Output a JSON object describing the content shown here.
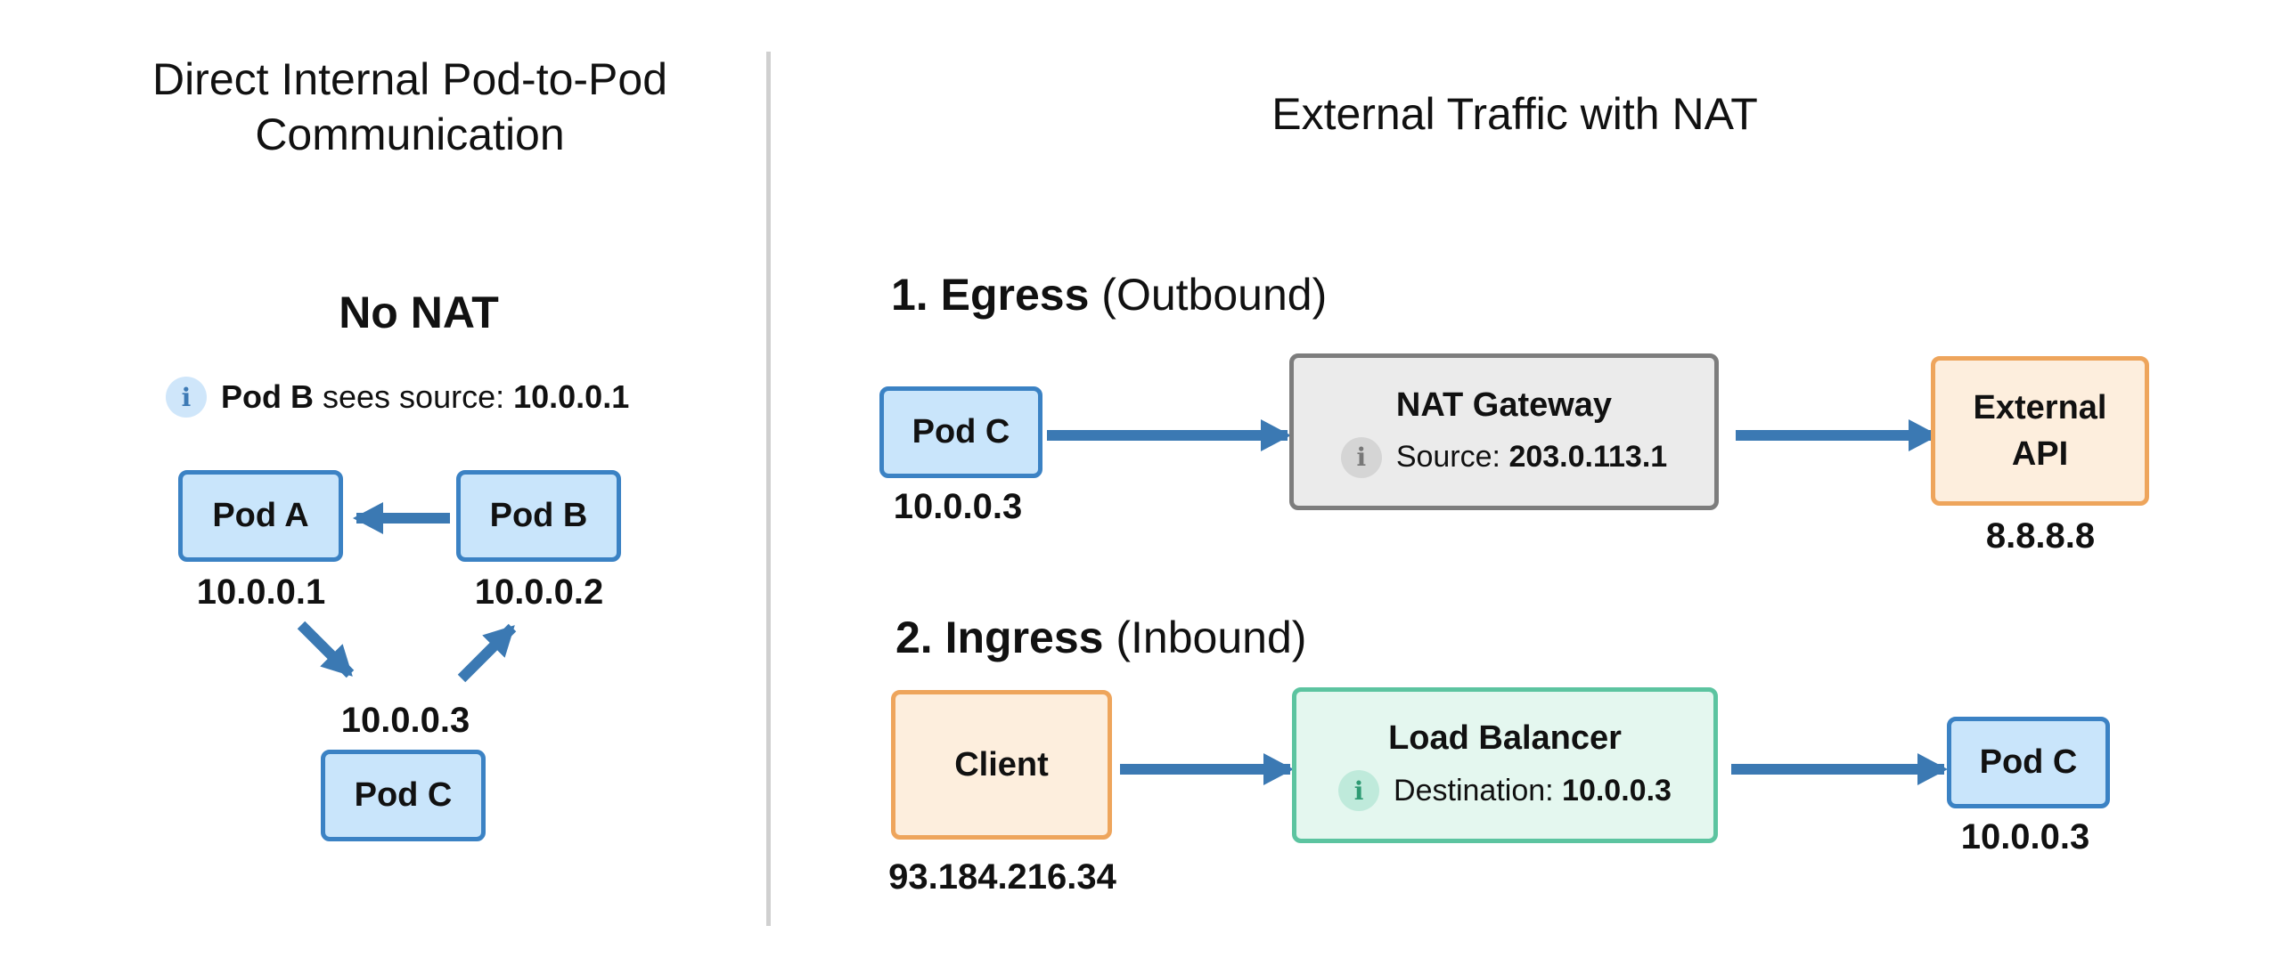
{
  "left": {
    "title": "Direct Internal Pod-to-Pod Communication",
    "section_title": "No NAT",
    "note": {
      "icon": "info-icon",
      "bold": "Pod B",
      "text": " sees source: ",
      "value": "10.0.0.1"
    },
    "pod_a": {
      "label": "Pod A",
      "ip": "10.0.0.1"
    },
    "pod_b": {
      "label": "Pod B",
      "ip": "10.0.0.2"
    },
    "pod_c": {
      "label": "Pod C",
      "ip": "10.0.0.3"
    }
  },
  "right": {
    "title": "External Traffic with NAT",
    "egress": {
      "number": "1.",
      "name": "Egress",
      "qualifier": "(Outbound)",
      "pod": {
        "label": "Pod C",
        "ip": "10.0.0.3"
      },
      "gateway": {
        "label": "NAT Gateway",
        "sub_text": "Source: ",
        "sub_value": "203.0.113.1"
      },
      "external": {
        "label_line1": "External",
        "label_line2": "API",
        "ip": "8.8.8.8"
      }
    },
    "ingress": {
      "number": "2.",
      "name": "Ingress",
      "qualifier": "(Inbound)",
      "client": {
        "label": "Client",
        "ip": "93.184.216.34"
      },
      "balancer": {
        "label": "Load Balancer",
        "sub_text": "Destination: ",
        "sub_value": "10.0.0.3"
      },
      "pod": {
        "label": "Pod C",
        "ip": "10.0.0.3"
      }
    }
  },
  "colors": {
    "pod_fill": "#c9e5fb",
    "pod_border": "#3b82c4",
    "arrow": "#3b79b3",
    "external_fill": "#fdeedd",
    "external_border": "#eea55c",
    "gateway_fill": "#ebebeb",
    "gateway_border": "#7d7d7d",
    "balancer_fill": "#e4f7ef",
    "balancer_border": "#5cc4a0"
  }
}
